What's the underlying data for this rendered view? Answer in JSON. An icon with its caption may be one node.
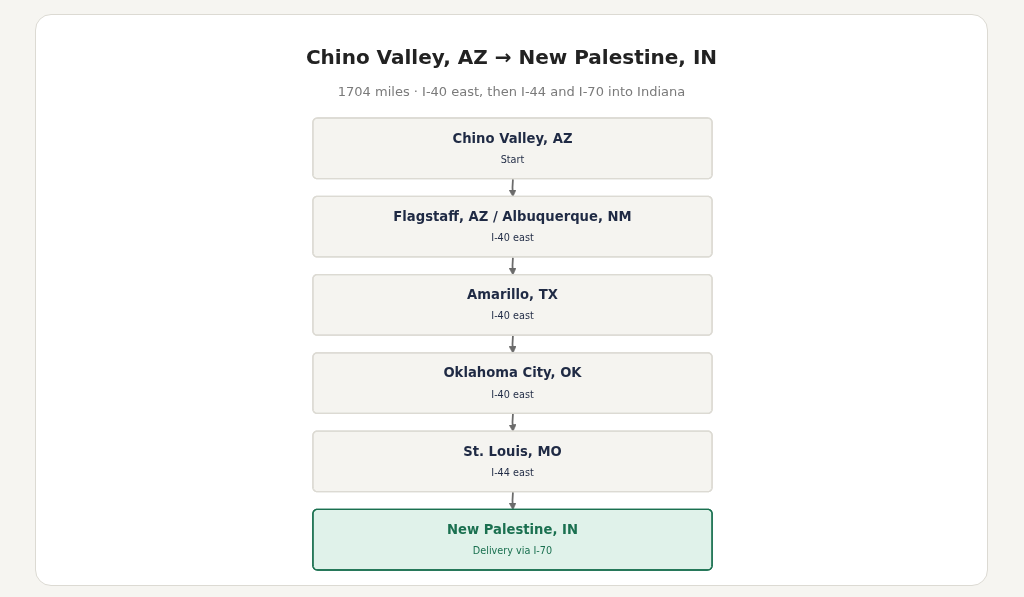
{
  "diagram": {
    "title": "Chino Valley, AZ → New Palestine, IN",
    "nodes": [
      {
        "text": [
          "Chino Valley, AZ",
          "Start"
        ]
      },
      {
        "text": [
          "Flagstaff, AZ / Albuquerque, NM",
          "I-40 east"
        ]
      },
      {
        "text": [
          "Amarillo, TX",
          "I-40 east"
        ]
      },
      {
        "text": [
          "Oklahoma City, OK",
          "I-40 east"
        ]
      },
      {
        "text": [
          "St. Louis, MO",
          "I-44 east"
        ]
      },
      {
        "text": [
          "New Palestine, IN",
          "Delivery via I-70"
        ]
      }
    ],
    "edges": [
      {
        "from": 0,
        "to": 1,
        "arrow": "to"
      },
      {
        "from": 1,
        "to": 2,
        "arrow": "to"
      },
      {
        "from": 2,
        "to": 3,
        "arrow": "to"
      },
      {
        "from": 3,
        "to": 4,
        "arrow": "to"
      },
      {
        "from": 4,
        "to": 5,
        "arrow": "to"
      }
    ],
    "labels": [
      "1704 miles · I-40 east, then I-44 and I-70 into Indiana"
    ]
  }
}
